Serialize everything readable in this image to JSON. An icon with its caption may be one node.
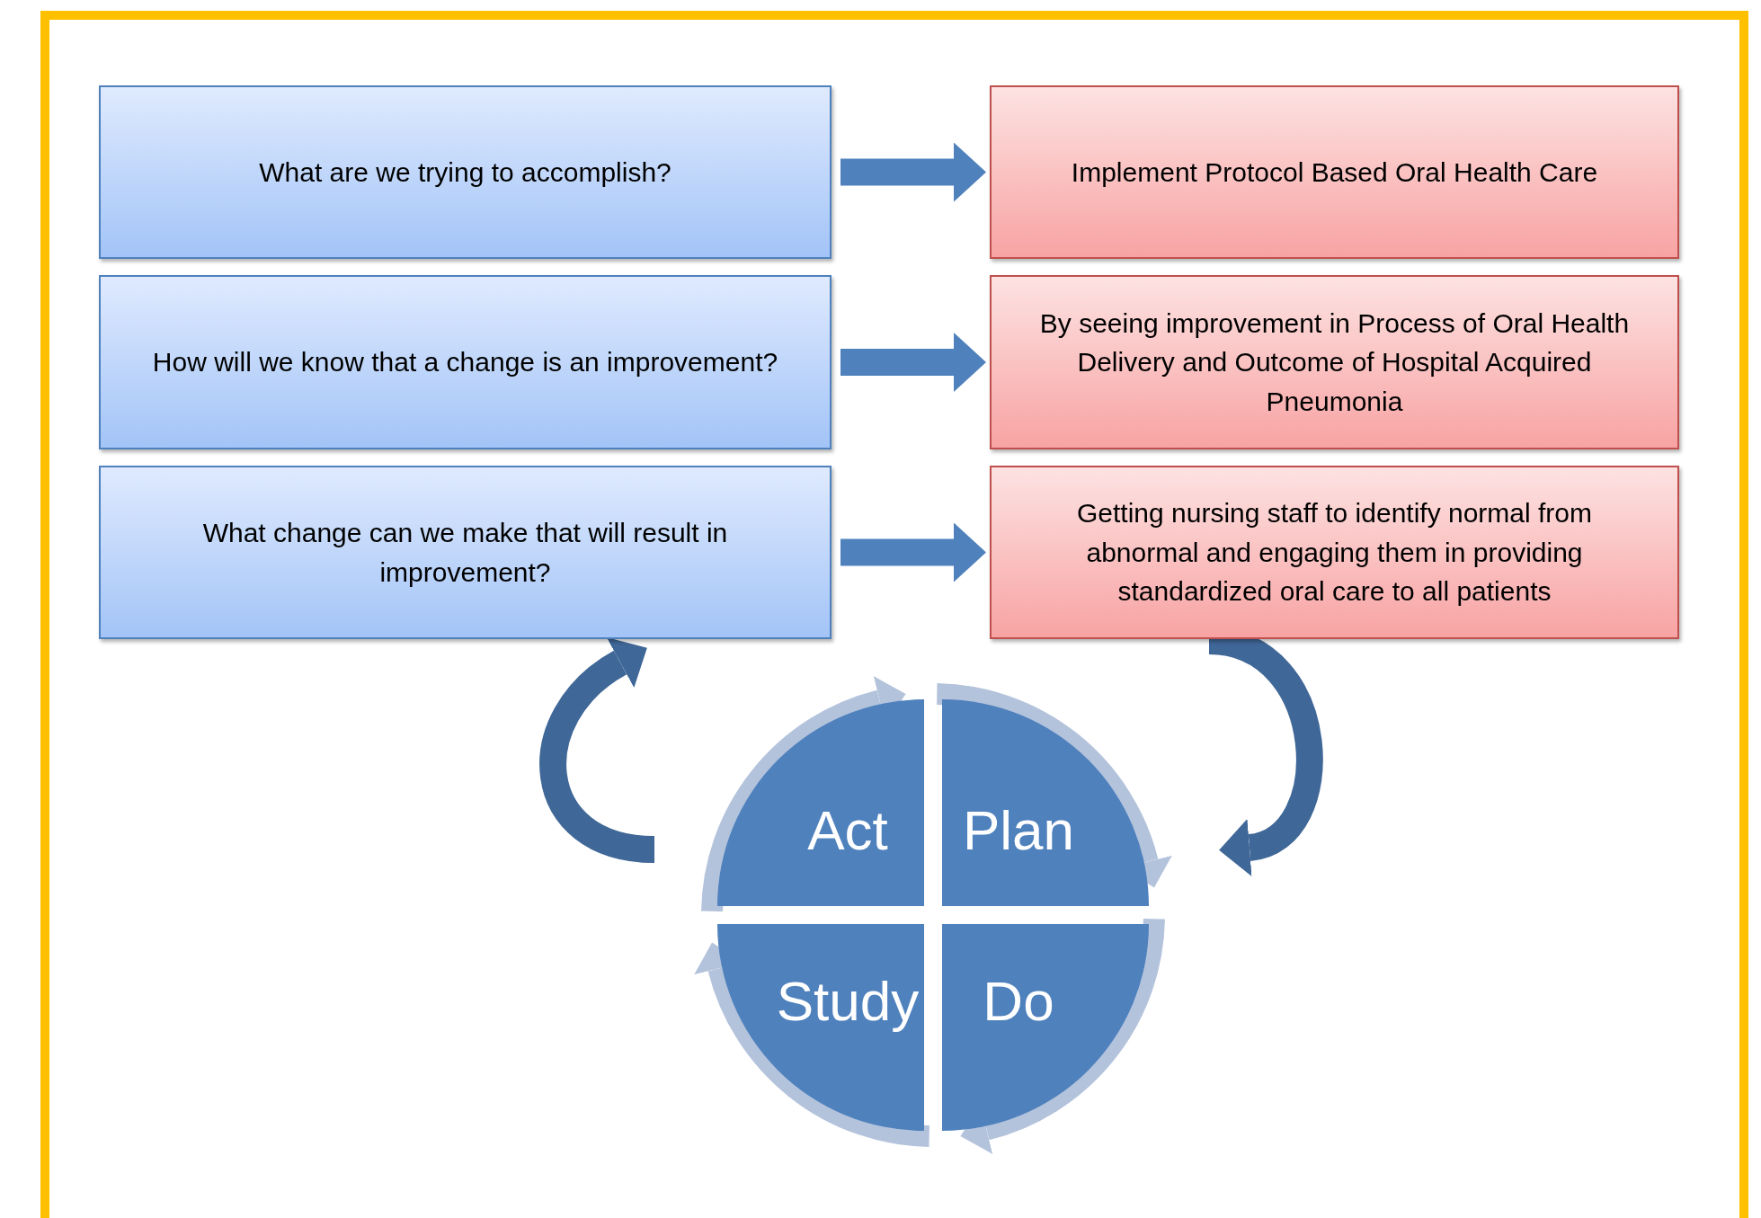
{
  "diagram": {
    "nodes": [
      {
        "text": [
          "What are we trying to accomplish?"
        ]
      },
      {
        "text": [
          "How will we know that a change is an improvement?"
        ]
      },
      {
        "text": [
          "What change can we make that will result in improvement?"
        ]
      },
      {
        "text": [
          "Implement Protocol Based Oral Health Care"
        ]
      },
      {
        "text": [
          "By seeing improvement in Process of Oral Health Delivery and Outcome of Hospital Acquired Pneumonia"
        ]
      },
      {
        "text": [
          "Getting nursing staff to identify normal from abnormal and engaging them in providing standardized oral care to all patients"
        ]
      },
      {
        "text": [
          "Act"
        ]
      },
      {
        "text": [
          "Plan"
        ]
      },
      {
        "text": [
          "Study"
        ]
      },
      {
        "text": [
          "Do"
        ]
      }
    ],
    "edges": [
      {
        "from": 0,
        "to": 3,
        "arrow": "to",
        "color": "#4f81bd"
      },
      {
        "from": 1,
        "to": 4,
        "arrow": "to",
        "color": "#4f81bd"
      },
      {
        "from": 2,
        "to": 5,
        "arrow": "to",
        "color": "#4f81bd"
      },
      {
        "from": 5,
        "to": 7,
        "arrow": "to",
        "color": "#3f6797"
      },
      {
        "from": null,
        "to": 2,
        "arrow": "to",
        "color": "#3f6797"
      },
      {
        "from": 6,
        "to": 7,
        "arrow": "to",
        "color": "#b4c3dc"
      },
      {
        "from": 7,
        "to": 9,
        "arrow": "to",
        "color": "#b4c3dc"
      },
      {
        "from": 9,
        "to": 8,
        "arrow": "to",
        "color": "#b4c3dc"
      },
      {
        "from": 8,
        "to": 6,
        "arrow": "to",
        "color": "#b4c3dc"
      }
    ]
  }
}
